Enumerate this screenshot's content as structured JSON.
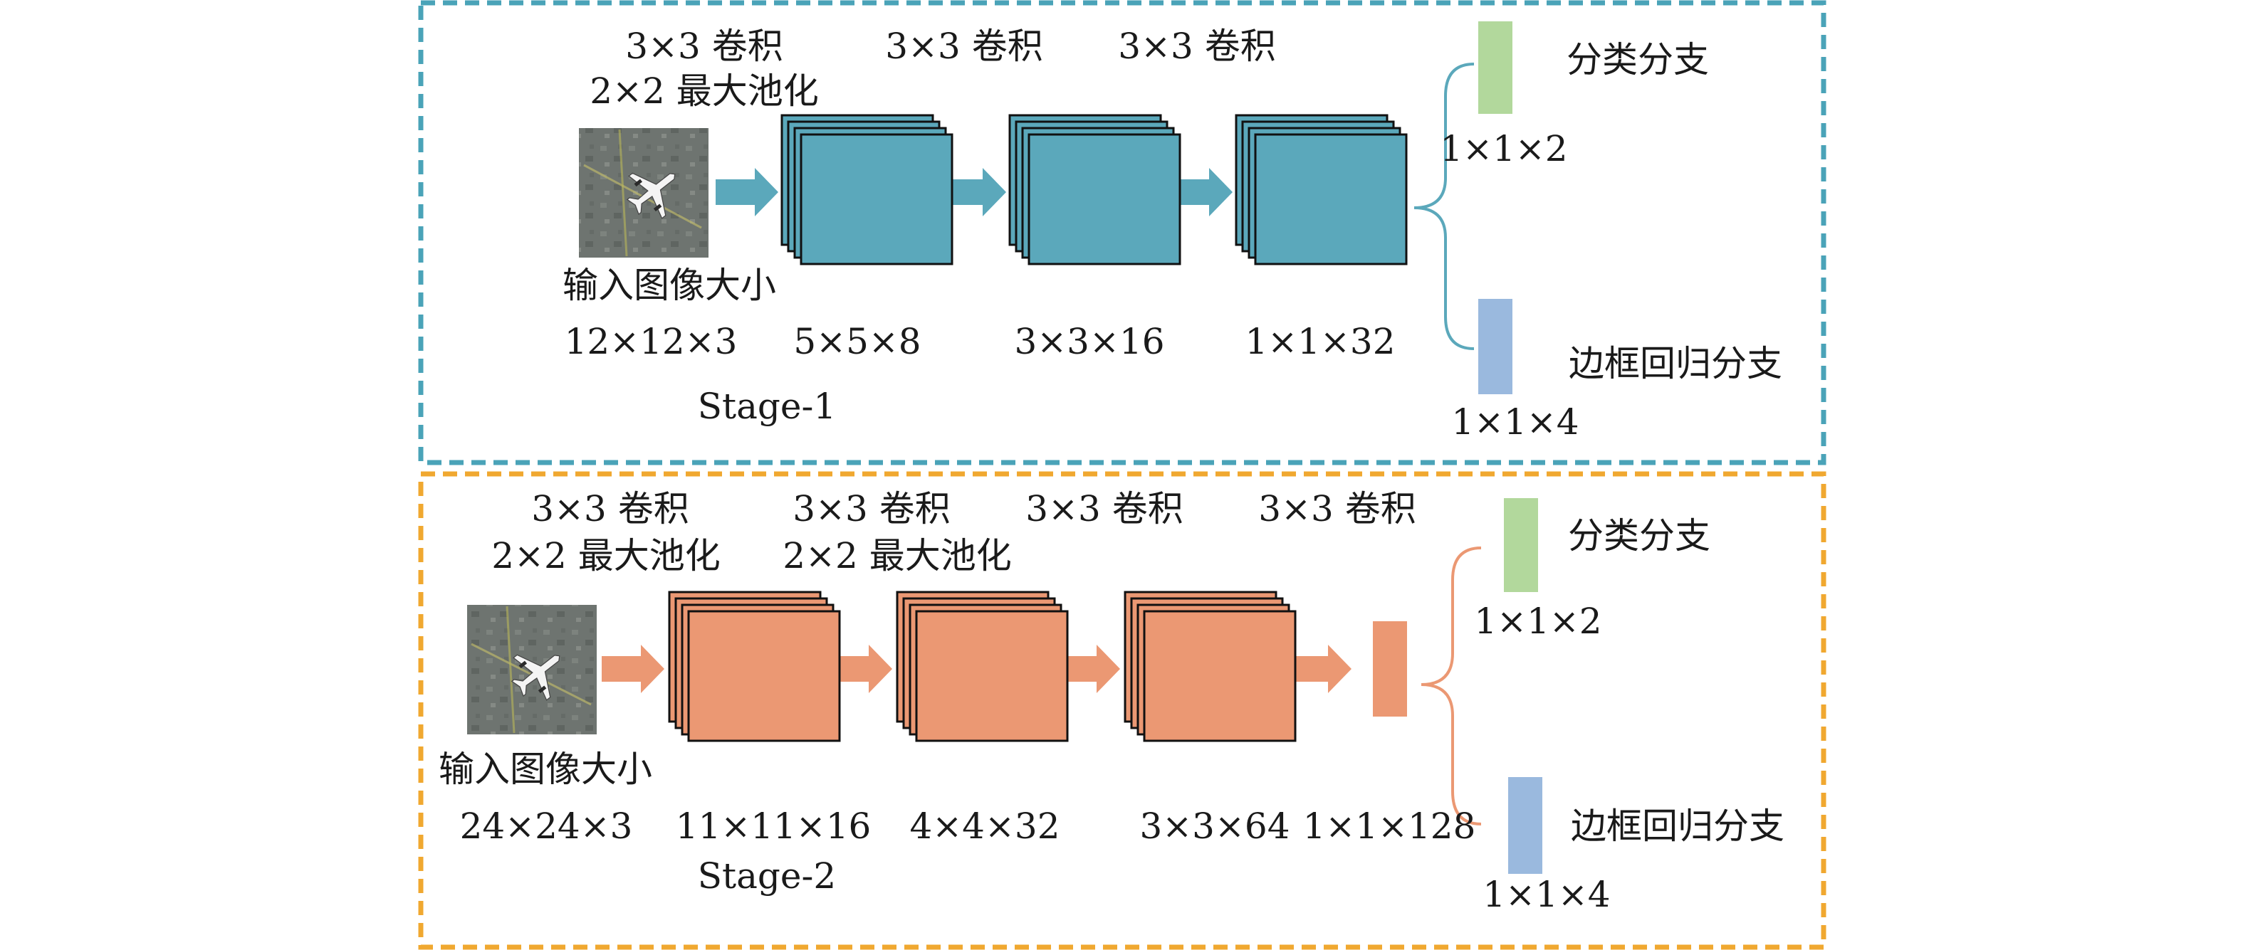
{
  "colors": {
    "stage1_border": "#4aa3b8",
    "stage2_border": "#f0a830",
    "stage1_fill": "#5ba8bb",
    "stage2_fill": "#eb9873",
    "cls_fill": "#b2d89c",
    "reg_fill": "#9ab9de"
  },
  "icons": {
    "input": "airplane-image-icon",
    "flow": "arrow-right-icon",
    "split": "curly-brace-icon"
  },
  "stage1": {
    "name": "Stage-1",
    "ops": {
      "conv1": "3×3 卷积",
      "pool1": "2×2 最大池化",
      "conv2": "3×3 卷积",
      "conv3": "3×3 卷积"
    },
    "input_label": "输入图像大小",
    "dims": {
      "input": "12×12×3",
      "f1": "5×5×8",
      "f2": "3×3×16",
      "f3": "1×1×32"
    },
    "branches": {
      "cls_name": "分类分支",
      "cls_dim": "1×1×2",
      "reg_name": "边框回归分支",
      "reg_dim": "1×1×4"
    }
  },
  "stage2": {
    "name": "Stage-2",
    "ops": {
      "conv1": "3×3 卷积",
      "pool1": "2×2 最大池化",
      "conv2": "3×3 卷积",
      "pool2": "2×2 最大池化",
      "conv3": "3×3 卷积",
      "conv4": "3×3 卷积"
    },
    "input_label": "输入图像大小",
    "dims": {
      "input": "24×24×3",
      "f1": "11×11×16",
      "f2": "4×4×32",
      "f3": "3×3×64",
      "fc": "1×1×128"
    },
    "branches": {
      "cls_name": "分类分支",
      "cls_dim": "1×1×2",
      "reg_name": "边框回归分支",
      "reg_dim": "1×1×4"
    }
  }
}
